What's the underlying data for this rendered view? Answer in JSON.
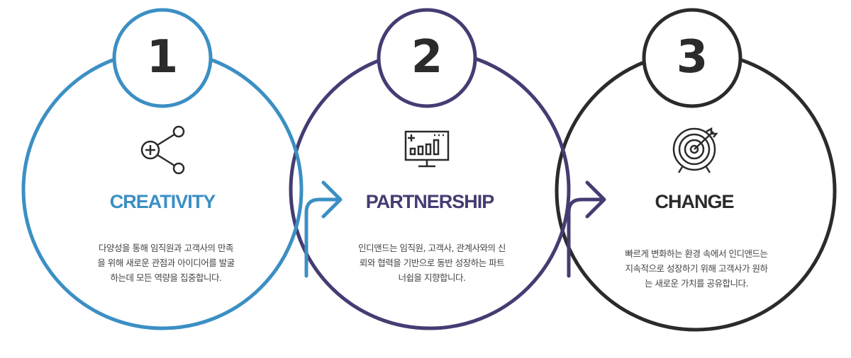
{
  "steps": [
    {
      "number": "1",
      "title": "CREATIVITY",
      "description": [
        "다양성을 통해 임직원과 고객사의 만족",
        "을 위해 새로운 관점과 아이디어를 발굴",
        "하는데 모든 역량을 집중합니다."
      ],
      "color": "#3b8fc4",
      "icon": "share-icon"
    },
    {
      "number": "2",
      "title": "PARTNERSHIP",
      "description": [
        "인디앤드는 임직원, 고객사, 관계사와의 신",
        "뢰와 협력을 기반으로 동반 성장하는 파트",
        "너쉽을 지향합니다."
      ],
      "color": "#453c73",
      "icon": "monitor-chart-icon"
    },
    {
      "number": "3",
      "title": "CHANGE",
      "description": [
        "빠르게 변화하는 환경 속에서 인디앤드는",
        "지속적으로 성장하기 위해 고객사가 원하",
        "는 새로운 가치를 공유합니다."
      ],
      "color": "#2b2b2b",
      "icon": "target-icon"
    }
  ]
}
